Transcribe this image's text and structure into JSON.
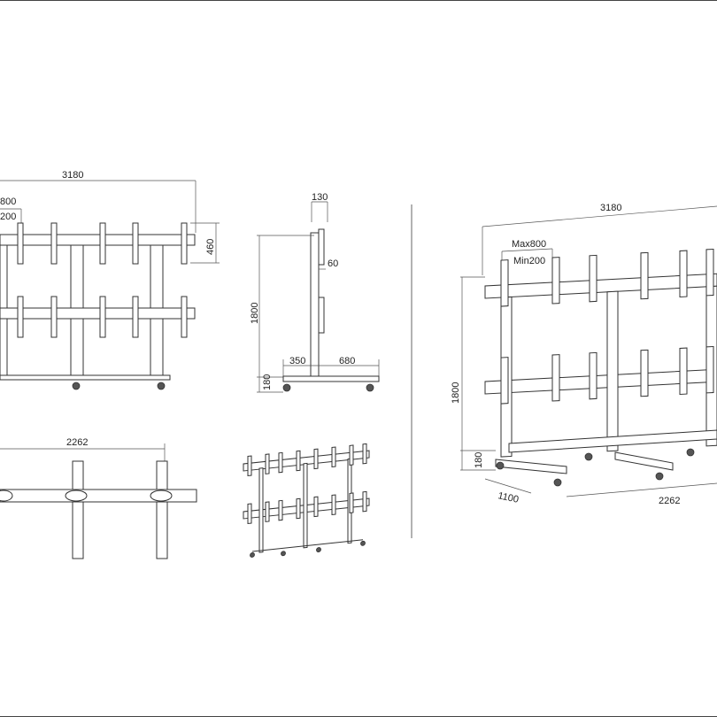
{
  "front_view": {
    "width": "3180",
    "max": "800",
    "min": "200",
    "bracket_height": "460"
  },
  "side_view": {
    "depth_top": "130",
    "offset": "60",
    "height": "1800",
    "base_height": "180",
    "front_base": "350",
    "rear_base": "680"
  },
  "top_view": {
    "width": "2262"
  },
  "iso_view": {
    "width": "3180",
    "max": "Max800",
    "min": "Min200",
    "height": "1800",
    "base_height": "180",
    "depth": "1100",
    "base_width": "2262"
  }
}
